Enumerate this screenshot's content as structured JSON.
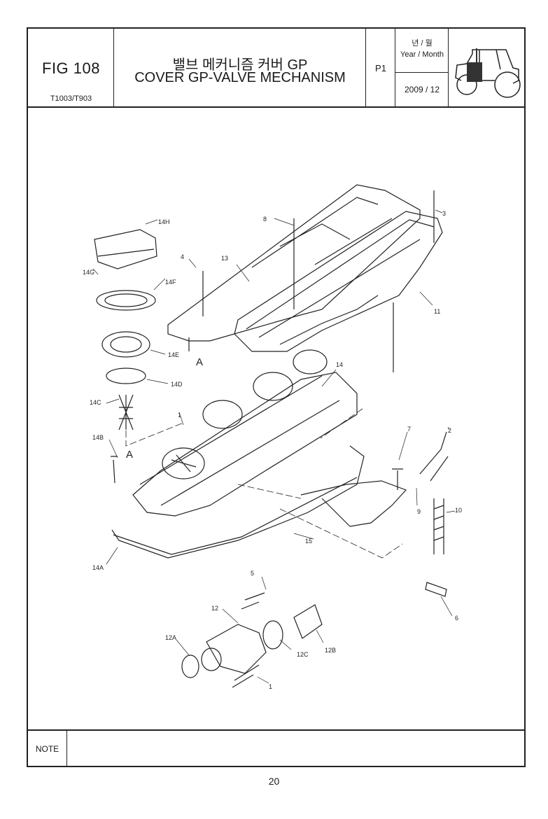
{
  "header": {
    "fig_number": "FIG 108",
    "model": "T1003/T903",
    "title_korean": "밸브 메커니즘 커버 GP",
    "title_english": "COVER GP-VALVE MECHANISM",
    "page_ref": "P1",
    "date_label_korean": "년 / 월",
    "date_label": "Year / Month",
    "date_value": "2009  / 12",
    "illustration_icon": "tractor-icon"
  },
  "callouts": {
    "c1a": "1",
    "c1b": "1",
    "c2": "2",
    "c3": "3",
    "c4": "4",
    "c5": "5",
    "c6": "6",
    "c7": "7",
    "c8": "8",
    "c9": "9",
    "c10": "10",
    "c11": "11",
    "c12": "12",
    "c12a": "12A",
    "c12b": "12B",
    "c12c": "12C",
    "c13": "13",
    "c14": "14",
    "c14a": "14A",
    "c14b": "14B",
    "c14c": "14C",
    "c14d": "14D",
    "c14e": "14E",
    "c14f": "14F",
    "c14g": "14G",
    "c14h": "14H",
    "c15": "15",
    "refA1": "A",
    "refA2": "A"
  },
  "note": {
    "label": "NOTE"
  },
  "footer": {
    "page_number": "20"
  },
  "colors": {
    "line": "#222222",
    "paper": "#ffffff"
  }
}
